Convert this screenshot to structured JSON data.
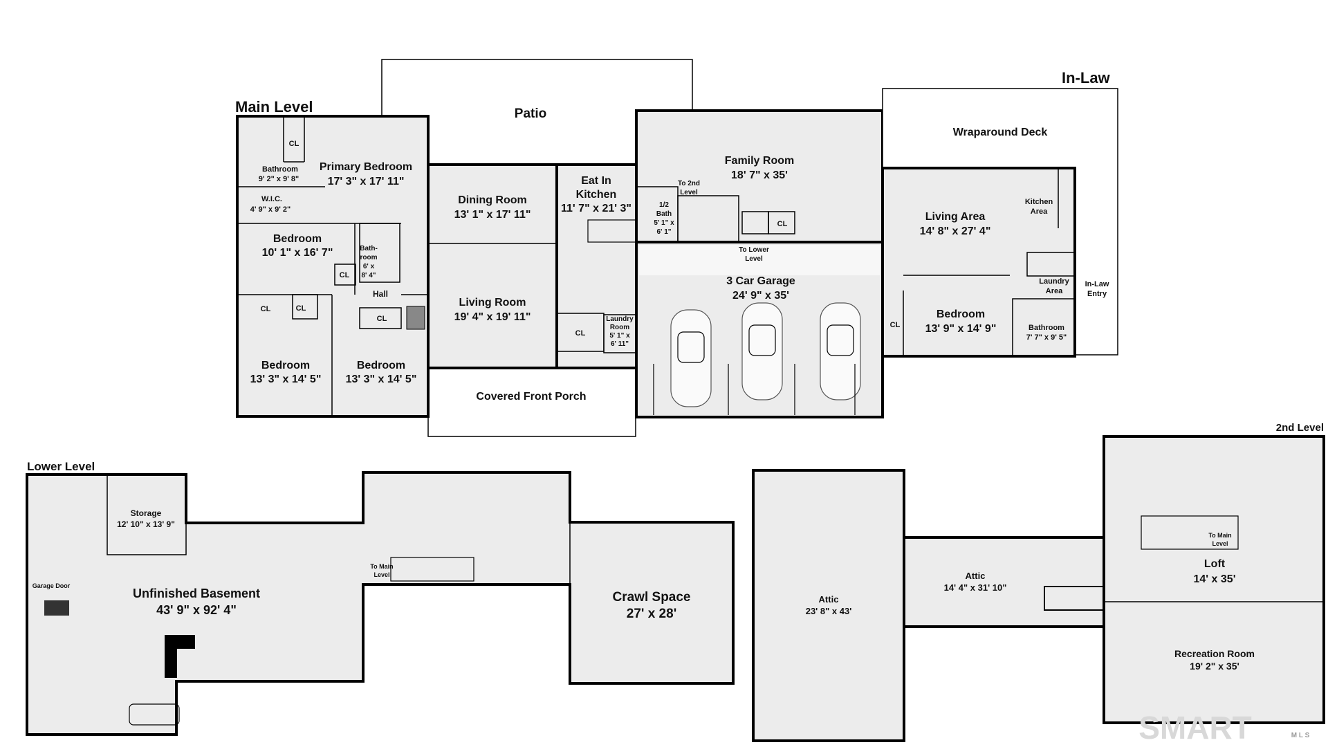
{
  "levels": {
    "main": "Main Level",
    "inlaw": "In-Law",
    "lower": "Lower Level",
    "second": "2nd Level"
  },
  "rooms": {
    "patio": {
      "name": "Patio"
    },
    "primary_bedroom": {
      "name": "Primary Bedroom",
      "dim": "17' 3\" x 17' 11\""
    },
    "primary_bath": {
      "name": "Bathroom",
      "dim": "9' 2\" x 9' 8\""
    },
    "wic": {
      "name": "W.I.C.",
      "dim": "4' 9\" x 9' 2\""
    },
    "bedroom_a": {
      "name": "Bedroom",
      "dim": "10' 1\" x 16' 7\""
    },
    "bath_hall": {
      "name1": "Bath-",
      "name2": "room",
      "dim1": "6' x",
      "dim2": "8' 4\""
    },
    "hall": {
      "name": "Hall"
    },
    "bedroom_b": {
      "name": "Bedroom",
      "dim": "13' 3\" x 14' 5\""
    },
    "bedroom_c": {
      "name": "Bedroom",
      "dim": "13' 3\" x 14' 5\""
    },
    "dining_room": {
      "name": "Dining Room",
      "dim": "13' 1\" x 17' 11\""
    },
    "living_room": {
      "name": "Living Room",
      "dim": "19' 4\" x 19' 11\""
    },
    "kitchen": {
      "name1": "Eat In",
      "name2": "Kitchen",
      "dim": "11' 7\" x 21' 3\""
    },
    "laundry_room": {
      "name1": "Laundry",
      "name2": "Room",
      "dim1": "5' 1\" x",
      "dim2": "6' 11\""
    },
    "porch": {
      "name": "Covered Front Porch"
    },
    "family_room": {
      "name": "Family Room",
      "dim": "18' 7\" x 35'"
    },
    "half_bath": {
      "name1": "1/2",
      "name2": "Bath",
      "dim1": "5' 1\" x",
      "dim2": "6' 1\""
    },
    "to_2nd": {
      "line1": "To 2nd",
      "line2": "Level"
    },
    "to_lower": {
      "line1": "To Lower",
      "line2": "Level"
    },
    "garage": {
      "name": "3 Car Garage",
      "dim": "24' 9\" x 35'"
    },
    "deck": {
      "name": "Wraparound Deck"
    },
    "living_area": {
      "name": "Living Area",
      "dim": "14' 8\" x 27' 4\""
    },
    "kitchen_area": {
      "name1": "Kitchen",
      "name2": "Area"
    },
    "laundry_area": {
      "name1": "Laundry",
      "name2": "Area"
    },
    "inlaw_entry": {
      "name1": "In-Law",
      "name2": "Entry"
    },
    "inlaw_bedroom": {
      "name": "Bedroom",
      "dim": "13' 9\" x 14' 9\""
    },
    "inlaw_bath": {
      "name": "Bathroom",
      "dim": "7' 7\" x 9' 5\""
    },
    "storage": {
      "name": "Storage",
      "dim": "12' 10\" x 13' 9\""
    },
    "basement": {
      "name": "Unfinished Basement",
      "dim": "43' 9\" x 92' 4\""
    },
    "garage_door": {
      "name": "Garage Door"
    },
    "to_main_lower": {
      "line1": "To Main",
      "line2": "Level"
    },
    "crawl": {
      "name": "Crawl Space",
      "dim": "27' x 28'"
    },
    "attic_big": {
      "name": "Attic",
      "dim": "23' 8\" x 43'"
    },
    "attic_small": {
      "name": "Attic",
      "dim": "14' 4\" x 31' 10\""
    },
    "to_main_loft": {
      "line1": "To Main",
      "line2": "Level"
    },
    "loft": {
      "name": "Loft",
      "dim": "14' x 35'"
    },
    "recreation": {
      "name": "Recreation Room",
      "dim": "19' 2\" x 35'"
    }
  },
  "closet": "CL",
  "watermark": {
    "text": "SMART",
    "sub": "M L S"
  }
}
